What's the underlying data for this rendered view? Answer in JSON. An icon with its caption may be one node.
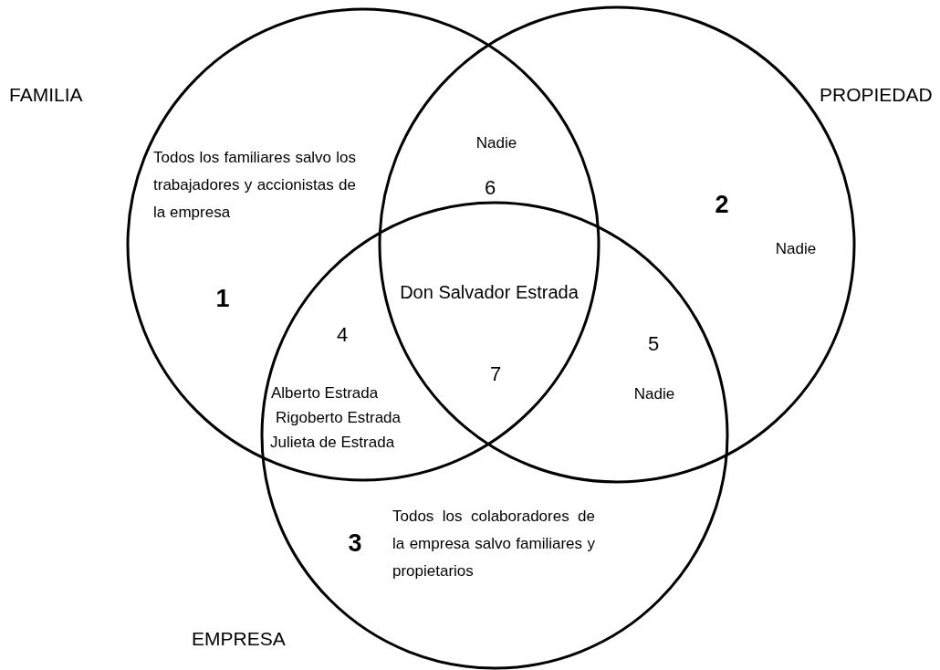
{
  "diagram": {
    "nodes": [
      {
        "text": [
          "FAMILIA"
        ]
      },
      {
        "text": [
          "PROPIEDAD"
        ]
      },
      {
        "text": [
          "EMPRESA"
        ]
      }
    ],
    "labels": [
      "Todos los familiares salvo los trabajadores y accionistas de la empresa",
      "Nadie",
      "6",
      "2",
      "Nadie",
      "Don Salvador Estrada",
      "1",
      "4",
      "5",
      "7",
      "Alberto Estrada",
      "Nadie",
      "Rigoberto Estrada",
      "Julieta de Estrada",
      "Todos los colaboradores de la empresa salvo familiares y propietarios",
      "3"
    ]
  }
}
